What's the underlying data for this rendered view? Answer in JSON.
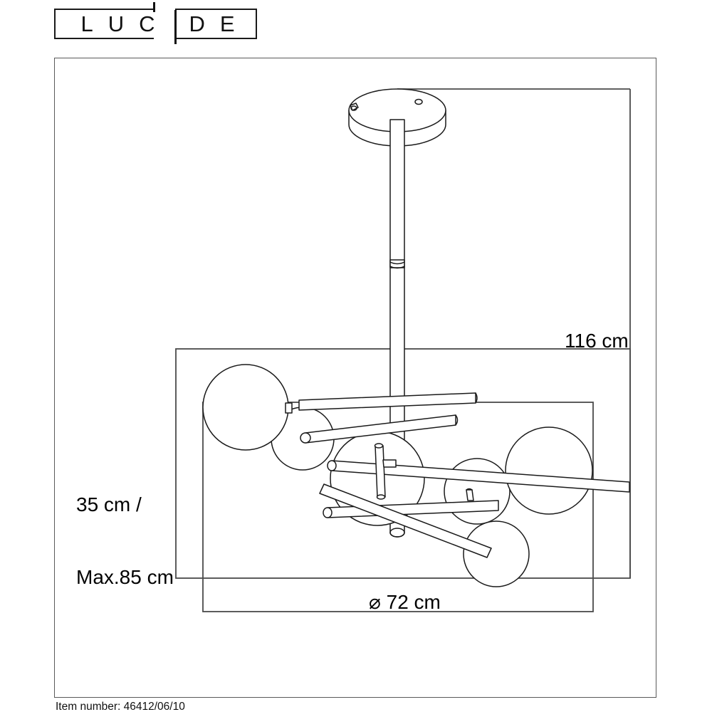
{
  "brand": {
    "name": "LUCIDE",
    "letters": [
      "L",
      "U",
      "C",
      "D",
      "E"
    ]
  },
  "dimensions": {
    "height_label": "116 cm",
    "drop_label_line1": "35 cm /",
    "drop_label_line2": "Max.85 cm",
    "diameter_label": "⌀ 72 cm"
  },
  "footer": {
    "item_number": "Item number: 46412/06/10"
  },
  "drawing": {
    "type": "technical-line-drawing",
    "product": "multi-globe ceiling pendant lamp",
    "globe_count": 6,
    "line_color": "#1a1a1a",
    "frame_color": "#5a5a5a",
    "background": "#ffffff"
  }
}
